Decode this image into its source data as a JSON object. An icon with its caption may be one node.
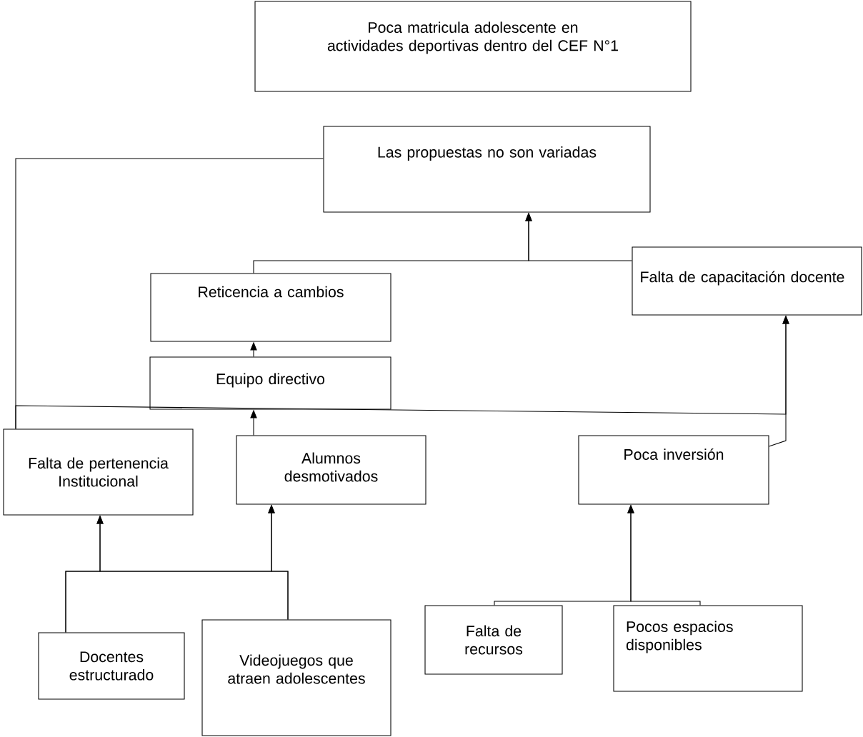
{
  "diagram": {
    "nodes": [
      {
        "text": [
          "Poca matricula adolescente en actividades deportivas dentro del CEF N°1"
        ]
      },
      {
        "text": [
          "Las propuestas no son variadas"
        ]
      },
      {
        "text": [
          "Reticencia a cambios"
        ]
      },
      {
        "text": [
          "Falta de capacitación docente"
        ]
      },
      {
        "text": [
          "Equipo directivo"
        ]
      },
      {
        "text": [
          "Falta de pertenencia Institucional"
        ]
      },
      {
        "text": [
          "Alumnos desmotivados"
        ]
      },
      {
        "text": [
          "Poca inversión"
        ]
      },
      {
        "text": [
          "Docentes estructurado"
        ]
      },
      {
        "text": [
          "Videojuegos que atraen adolescentes"
        ]
      },
      {
        "text": [
          "Falta de recursos"
        ]
      },
      {
        "text": [
          "Pocos espacios disponibles"
        ]
      }
    ],
    "edges": [
      {
        "from": 2,
        "to": 1,
        "arrow": "to"
      },
      {
        "from": 3,
        "to": 1,
        "arrow": "to"
      },
      {
        "from": 4,
        "to": 2,
        "arrow": "to"
      },
      {
        "from": 6,
        "to": 4,
        "arrow": "to"
      },
      {
        "from": 5,
        "to": 1,
        "arrow": "none"
      },
      {
        "from": 5,
        "to": 3,
        "arrow": "to"
      },
      {
        "from": 7,
        "to": 3,
        "arrow": "to"
      },
      {
        "from": 8,
        "to": 5,
        "arrow": "to"
      },
      {
        "from": 9,
        "to": 5,
        "arrow": "to"
      },
      {
        "from": 8,
        "to": 6,
        "arrow": "to"
      },
      {
        "from": 9,
        "to": 6,
        "arrow": "to"
      },
      {
        "from": 10,
        "to": 7,
        "arrow": "to"
      },
      {
        "from": 11,
        "to": 7,
        "arrow": "to"
      }
    ]
  }
}
